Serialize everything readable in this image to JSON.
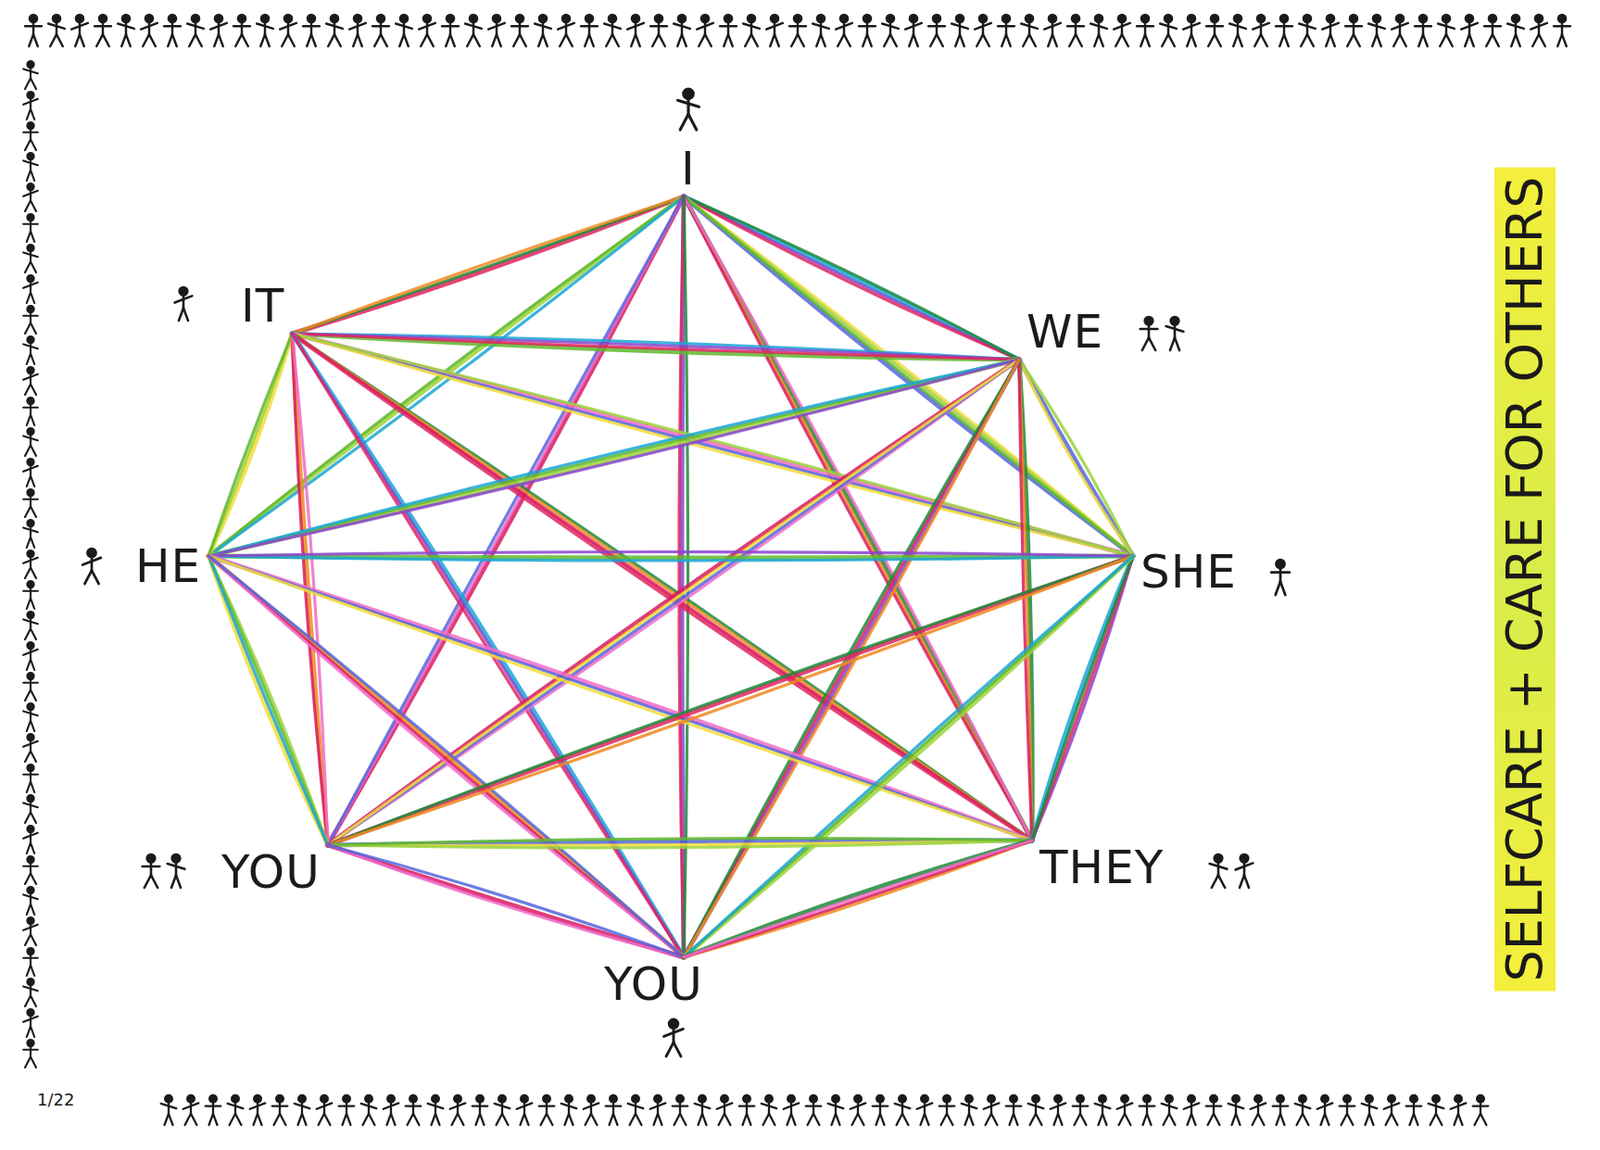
{
  "diagram": {
    "nodes": [
      {
        "text": [
          "I"
        ]
      },
      {
        "text": [
          "IT"
        ]
      },
      {
        "text": [
          "WE"
        ]
      },
      {
        "text": [
          "HE"
        ]
      },
      {
        "text": [
          "SHE"
        ]
      },
      {
        "text": [
          "YOU"
        ]
      },
      {
        "text": [
          "THEY"
        ]
      },
      {
        "text": [
          "YOU"
        ]
      }
    ],
    "edges": [
      {
        "from": 0,
        "to": 1,
        "arrow": "none"
      },
      {
        "from": 0,
        "to": 2,
        "arrow": "none"
      },
      {
        "from": 0,
        "to": 3,
        "arrow": "none"
      },
      {
        "from": 0,
        "to": 4,
        "arrow": "none"
      },
      {
        "from": 0,
        "to": 5,
        "arrow": "none"
      },
      {
        "from": 0,
        "to": 6,
        "arrow": "none"
      },
      {
        "from": 0,
        "to": 7,
        "arrow": "none"
      },
      {
        "from": 1,
        "to": 2,
        "arrow": "none"
      },
      {
        "from": 1,
        "to": 3,
        "arrow": "none"
      },
      {
        "from": 1,
        "to": 4,
        "arrow": "none"
      },
      {
        "from": 1,
        "to": 5,
        "arrow": "none"
      },
      {
        "from": 1,
        "to": 6,
        "arrow": "none"
      },
      {
        "from": 1,
        "to": 7,
        "arrow": "none"
      },
      {
        "from": 2,
        "to": 3,
        "arrow": "none"
      },
      {
        "from": 2,
        "to": 4,
        "arrow": "none"
      },
      {
        "from": 2,
        "to": 5,
        "arrow": "none"
      },
      {
        "from": 2,
        "to": 6,
        "arrow": "none"
      },
      {
        "from": 2,
        "to": 7,
        "arrow": "none"
      },
      {
        "from": 3,
        "to": 4,
        "arrow": "none"
      },
      {
        "from": 3,
        "to": 5,
        "arrow": "none"
      },
      {
        "from": 3,
        "to": 6,
        "arrow": "none"
      },
      {
        "from": 3,
        "to": 7,
        "arrow": "none"
      },
      {
        "from": 4,
        "to": 5,
        "arrow": "none"
      },
      {
        "from": 4,
        "to": 6,
        "arrow": "none"
      },
      {
        "from": 4,
        "to": 7,
        "arrow": "none"
      },
      {
        "from": 5,
        "to": 6,
        "arrow": "none"
      },
      {
        "from": 5,
        "to": 7,
        "arrow": "none"
      },
      {
        "from": 6,
        "to": 7,
        "arrow": "none"
      }
    ],
    "labels": [
      "SELFCARE + CARE FOR OTHERS",
      "1/22"
    ]
  }
}
